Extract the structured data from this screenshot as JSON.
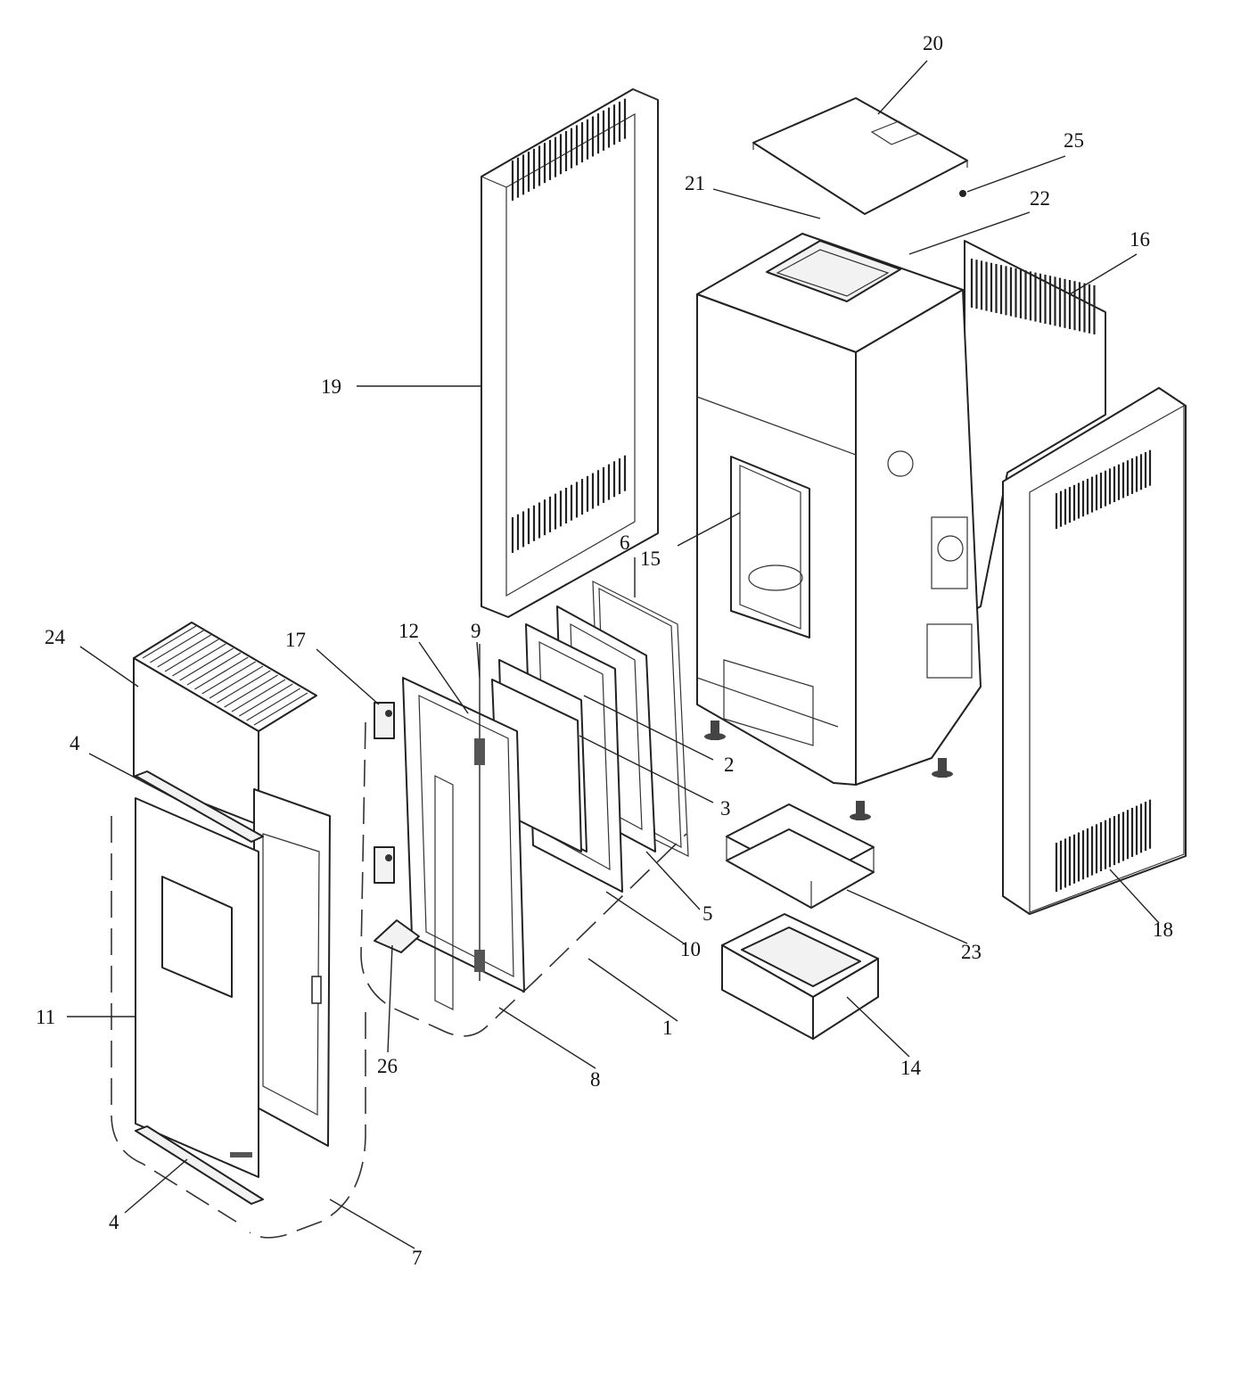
{
  "diagram": {
    "callouts": [
      "1",
      "2",
      "3",
      "4",
      "4",
      "5",
      "6",
      "7",
      "8",
      "9",
      "10",
      "11",
      "12",
      "14",
      "15",
      "16",
      "17",
      "18",
      "19",
      "20",
      "21",
      "22",
      "23",
      "24",
      "25",
      "26"
    ]
  }
}
